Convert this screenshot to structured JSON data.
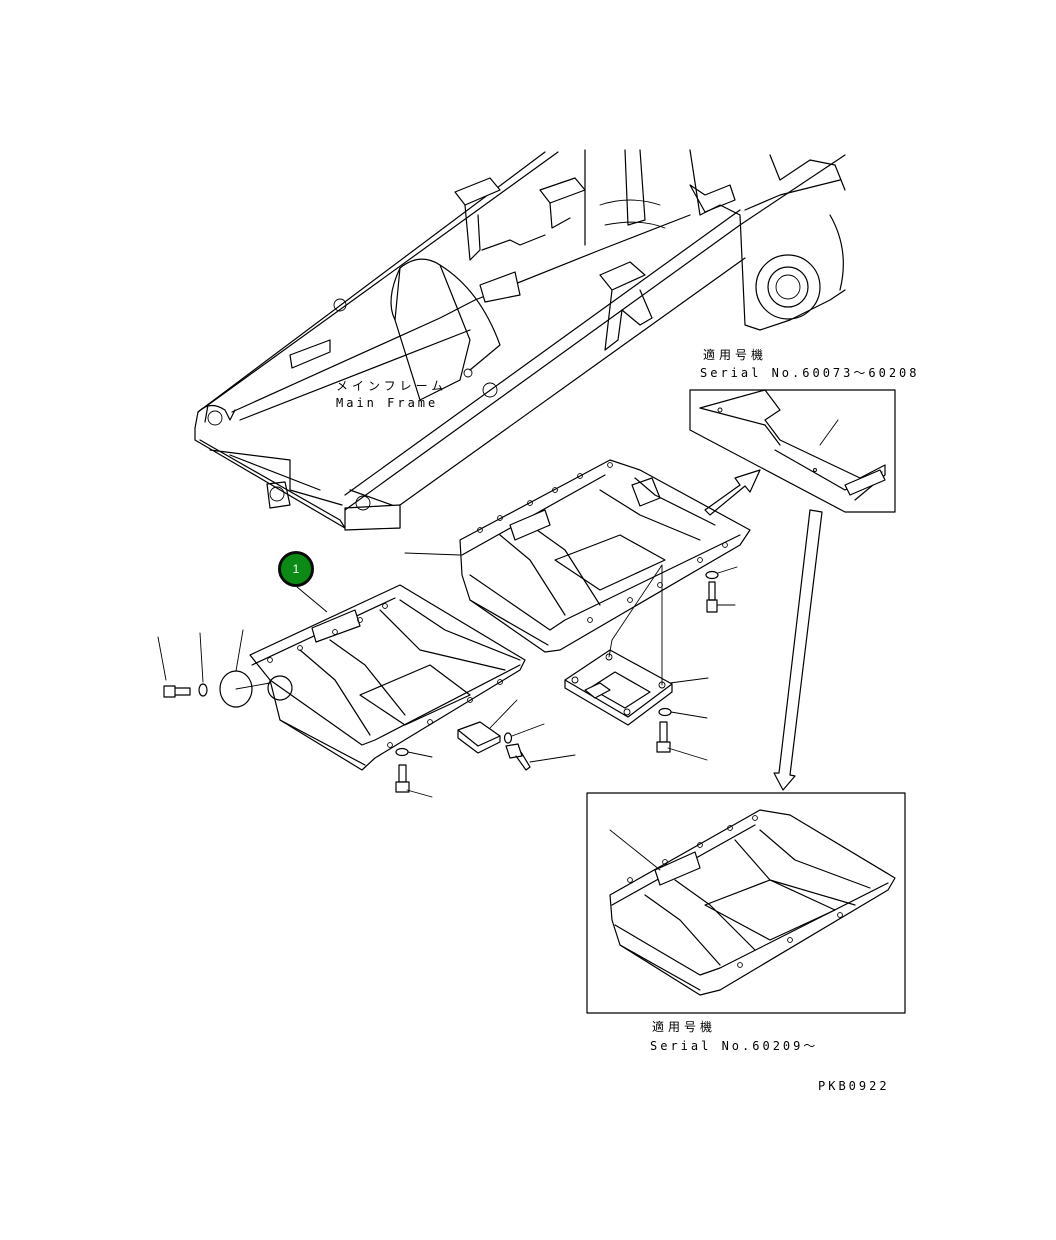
{
  "labels": {
    "main_frame_jp": "メインフレーム",
    "main_frame_en": "Main Frame",
    "applicable_jp_1": "適用号機",
    "serial_range_1": "Serial No.60073～60208",
    "applicable_jp_2": "適用号機",
    "serial_range_2": "Serial No.60209～",
    "drawing_code": "PKB0922"
  },
  "callout": {
    "number": "1",
    "color": "#0b8a16"
  },
  "icons": [
    "main-frame",
    "undercover-plate",
    "bolt",
    "washer",
    "arrow"
  ]
}
